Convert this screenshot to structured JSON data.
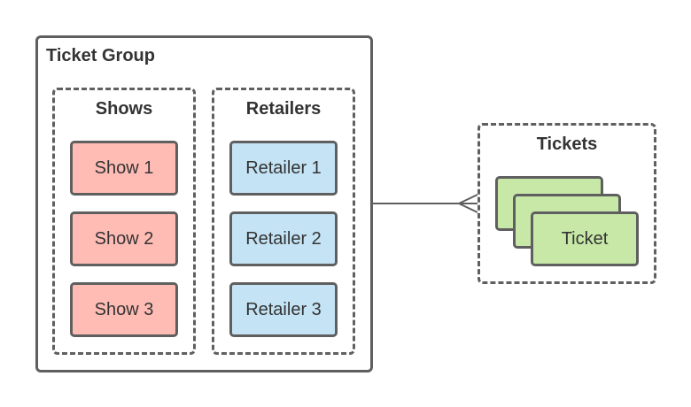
{
  "diagram": {
    "ticket_group": {
      "title": "Ticket Group",
      "shows": {
        "title": "Shows",
        "items": [
          "Show 1",
          "Show 2",
          "Show 3"
        ]
      },
      "retailers": {
        "title": "Retailers",
        "items": [
          "Retailer 1",
          "Retailer 2",
          "Retailer 3"
        ]
      }
    },
    "tickets": {
      "title": "Tickets",
      "stack_label": "Ticket"
    },
    "relationship": {
      "type": "one-to-many",
      "from": "Ticket Group",
      "to": "Tickets"
    },
    "colors": {
      "show_fill": "#ffbcb5",
      "retailer_fill": "#c4e3f5",
      "ticket_fill": "#c7e8a7",
      "stroke": "#5f5f5f",
      "text": "#333333"
    }
  }
}
